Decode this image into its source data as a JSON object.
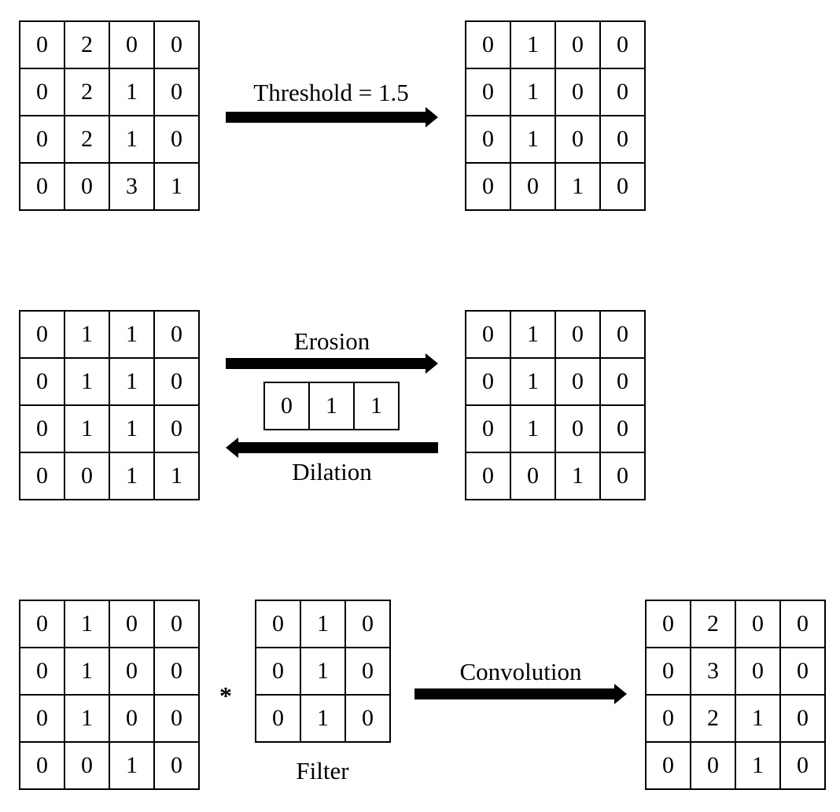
{
  "threshold_row": {
    "input": [
      [
        "0",
        "2",
        "0",
        "0"
      ],
      [
        "0",
        "2",
        "1",
        "0"
      ],
      [
        "0",
        "2",
        "1",
        "0"
      ],
      [
        "0",
        "0",
        "3",
        "1"
      ]
    ],
    "label": "Threshold = 1.5",
    "output": [
      [
        "0",
        "1",
        "0",
        "0"
      ],
      [
        "0",
        "1",
        "0",
        "0"
      ],
      [
        "0",
        "1",
        "0",
        "0"
      ],
      [
        "0",
        "0",
        "1",
        "0"
      ]
    ]
  },
  "morphology_row": {
    "left": [
      [
        "0",
        "1",
        "1",
        "0"
      ],
      [
        "0",
        "1",
        "1",
        "0"
      ],
      [
        "0",
        "1",
        "1",
        "0"
      ],
      [
        "0",
        "0",
        "1",
        "1"
      ]
    ],
    "erosion_label": "Erosion",
    "structuring_element": [
      [
        "0",
        "1",
        "1"
      ]
    ],
    "dilation_label": "Dilation",
    "right": [
      [
        "0",
        "1",
        "0",
        "0"
      ],
      [
        "0",
        "1",
        "0",
        "0"
      ],
      [
        "0",
        "1",
        "0",
        "0"
      ],
      [
        "0",
        "0",
        "1",
        "0"
      ]
    ]
  },
  "convolution_row": {
    "input": [
      [
        "0",
        "1",
        "0",
        "0"
      ],
      [
        "0",
        "1",
        "0",
        "0"
      ],
      [
        "0",
        "1",
        "0",
        "0"
      ],
      [
        "0",
        "0",
        "1",
        "0"
      ]
    ],
    "operator": "*",
    "filter": [
      [
        "0",
        "1",
        "0"
      ],
      [
        "0",
        "1",
        "0"
      ],
      [
        "0",
        "1",
        "0"
      ]
    ],
    "filter_label": "Filter",
    "label": "Convolution",
    "output": [
      [
        "0",
        "2",
        "0",
        "0"
      ],
      [
        "0",
        "3",
        "0",
        "0"
      ],
      [
        "0",
        "2",
        "1",
        "0"
      ],
      [
        "0",
        "0",
        "1",
        "0"
      ]
    ]
  }
}
